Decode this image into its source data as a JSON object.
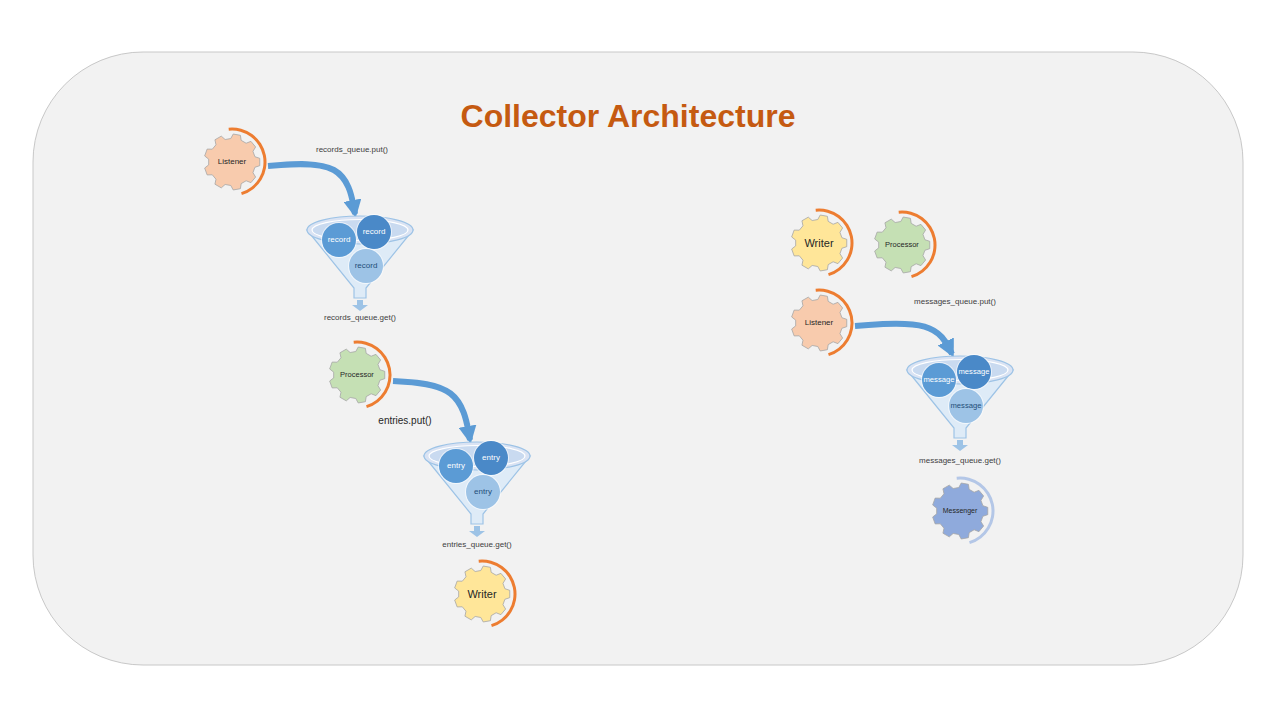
{
  "diagram": {
    "title": "Collector Architecture",
    "nodes": [
      {
        "text": [
          "Listener"
        ]
      },
      {
        "text": []
      },
      {
        "text": [
          "record"
        ],
        "in": 1
      },
      {
        "text": [
          "record"
        ],
        "in": 1
      },
      {
        "text": [
          "record"
        ],
        "in": 1
      },
      {
        "text": [
          "Processor"
        ]
      },
      {
        "text": []
      },
      {
        "text": [
          "entry"
        ],
        "in": 6
      },
      {
        "text": [
          "entry"
        ],
        "in": 6
      },
      {
        "text": [
          "entry"
        ],
        "in": 6
      },
      {
        "text": [
          "Writer"
        ]
      },
      {
        "text": [
          "Writer"
        ]
      },
      {
        "text": [
          "Processor"
        ]
      },
      {
        "text": [
          "Listener"
        ]
      },
      {
        "text": []
      },
      {
        "text": [
          "message"
        ],
        "in": 14
      },
      {
        "text": [
          "message"
        ],
        "in": 14
      },
      {
        "text": [
          "message"
        ],
        "in": 14
      },
      {
        "text": [
          "Messenger"
        ]
      }
    ],
    "edges": [
      {
        "from": 0,
        "to": 1,
        "label": "records_queue.put()",
        "arrow": "to"
      },
      {
        "from": 5,
        "to": 6,
        "label": "entries.put()",
        "arrow": "to"
      },
      {
        "from": 13,
        "to": 14,
        "label": "messages_queue.put()",
        "arrow": "to"
      }
    ],
    "labels": [
      "records_queue.get()",
      "entries_queue.get()",
      "messages_queue.get()"
    ]
  }
}
